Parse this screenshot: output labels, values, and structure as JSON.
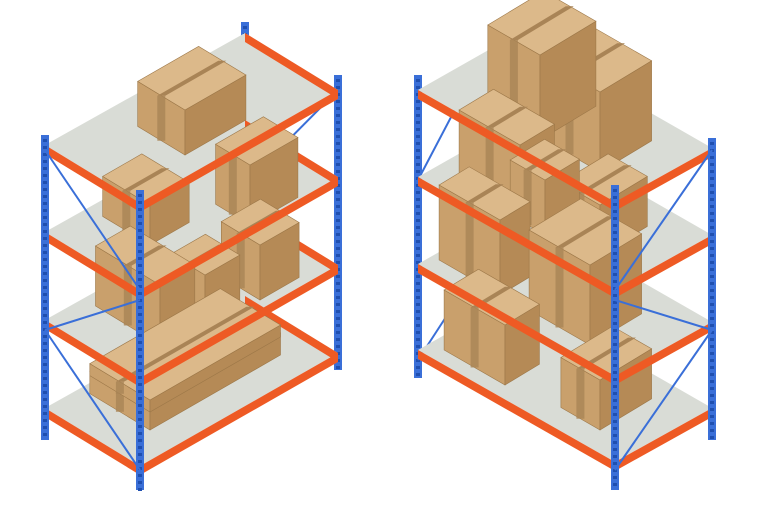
{
  "illustration": {
    "subject": "warehouse-shelving",
    "racks": [
      {
        "name": "left-rack",
        "levels": 4
      },
      {
        "name": "right-rack",
        "levels": 4
      }
    ],
    "colors": {
      "post": "#3a6fd8",
      "beam": "#ee5a24",
      "shelf": "#d9dcd6",
      "box_top": "#dcb98a",
      "box_left": "#c9a06c",
      "box_right": "#b58a56",
      "tape": "#a98456"
    }
  }
}
